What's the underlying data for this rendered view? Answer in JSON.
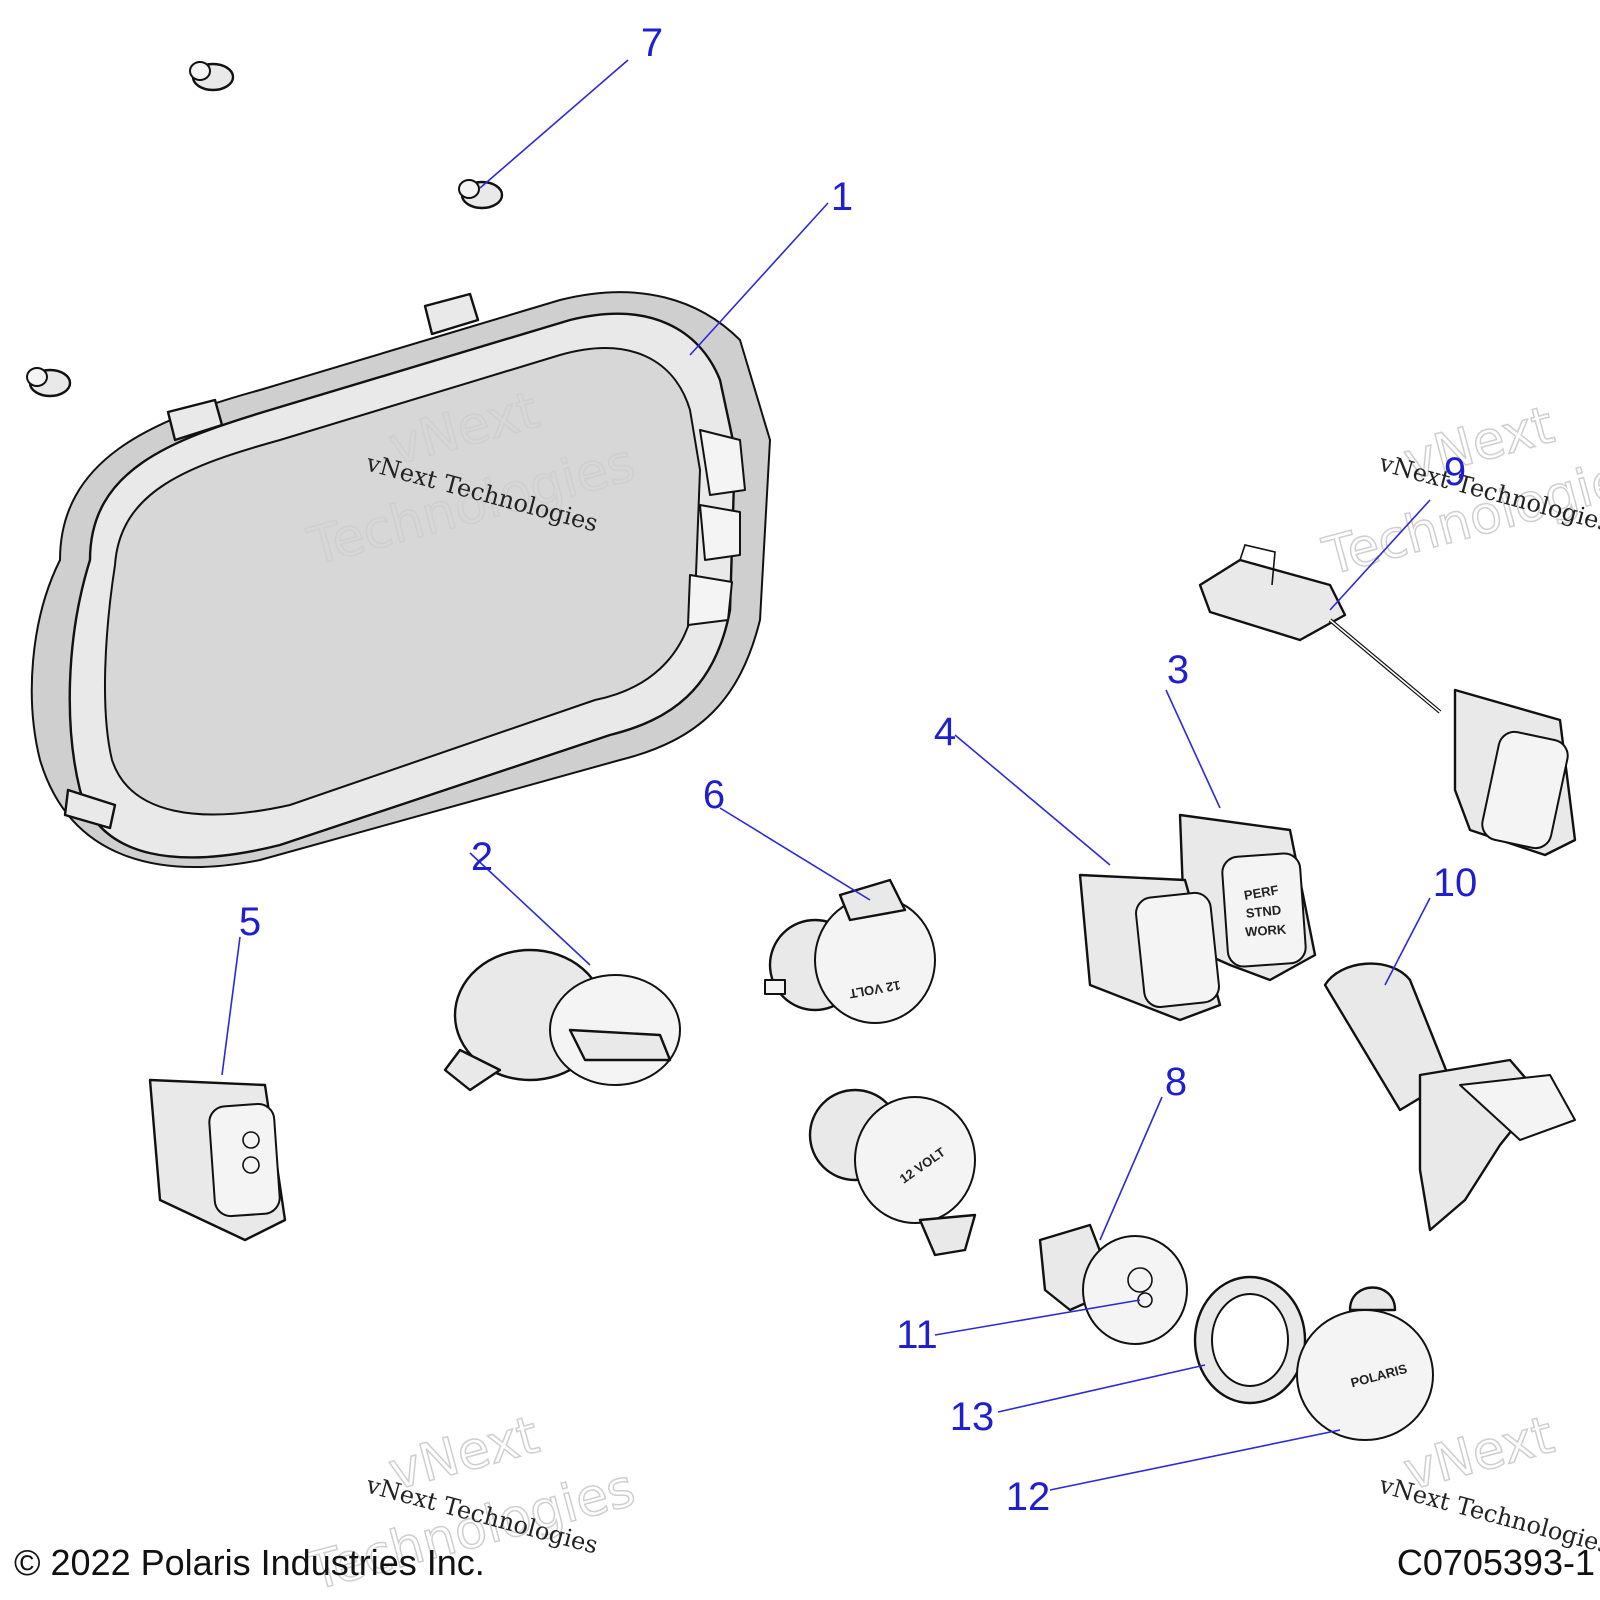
{
  "diagram": {
    "callouts": [
      "1",
      "2",
      "3",
      "4",
      "5",
      "6",
      "7",
      "8",
      "9",
      "10",
      "11",
      "12",
      "13"
    ],
    "part_labels": {
      "switch_3_line1": "PERF",
      "switch_3_line2": "STND",
      "switch_3_line3": "WORK",
      "socket_6_label": "12 VOLT",
      "socket_6b_label": "12 VOLT",
      "cap_12_label": "POLARIS"
    },
    "watermark": {
      "large_line1": "vNext",
      "large_line2": "Technologies",
      "small": "vNext Technologies"
    },
    "footer": {
      "copyright": "© 2022 Polaris Industries Inc.",
      "drawing_number": "C0705393-1"
    }
  }
}
